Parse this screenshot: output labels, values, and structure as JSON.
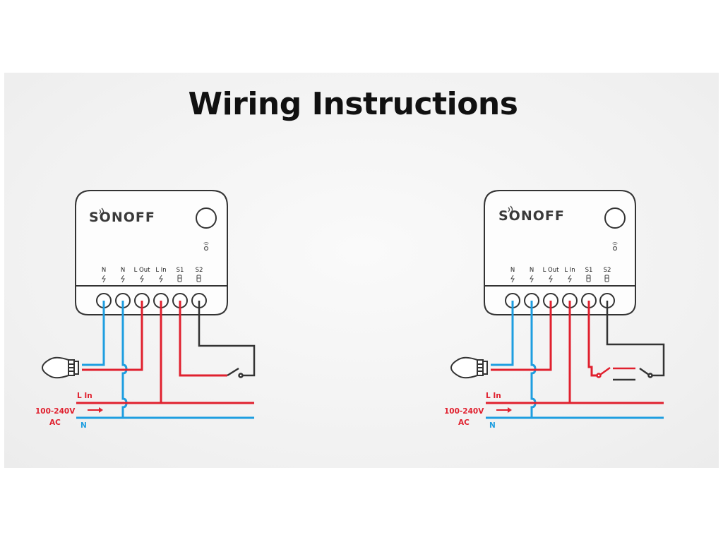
{
  "title": "Wiring Instructions",
  "brand": "SONOFF",
  "terminal_labels": [
    "N",
    "N",
    "L Out",
    "L In",
    "S1",
    "S2"
  ],
  "line_label": "L In",
  "neutral_label": "N",
  "voltage_line1": "100-240V",
  "voltage_line2": "AC",
  "diagrams": [
    {
      "id": "single-switch"
    },
    {
      "id": "two-way-switch"
    }
  ],
  "colors": {
    "live": "#e0202e",
    "neutral": "#1e9ee0",
    "switch_wire": "#333333",
    "device_outline": "#333333"
  }
}
